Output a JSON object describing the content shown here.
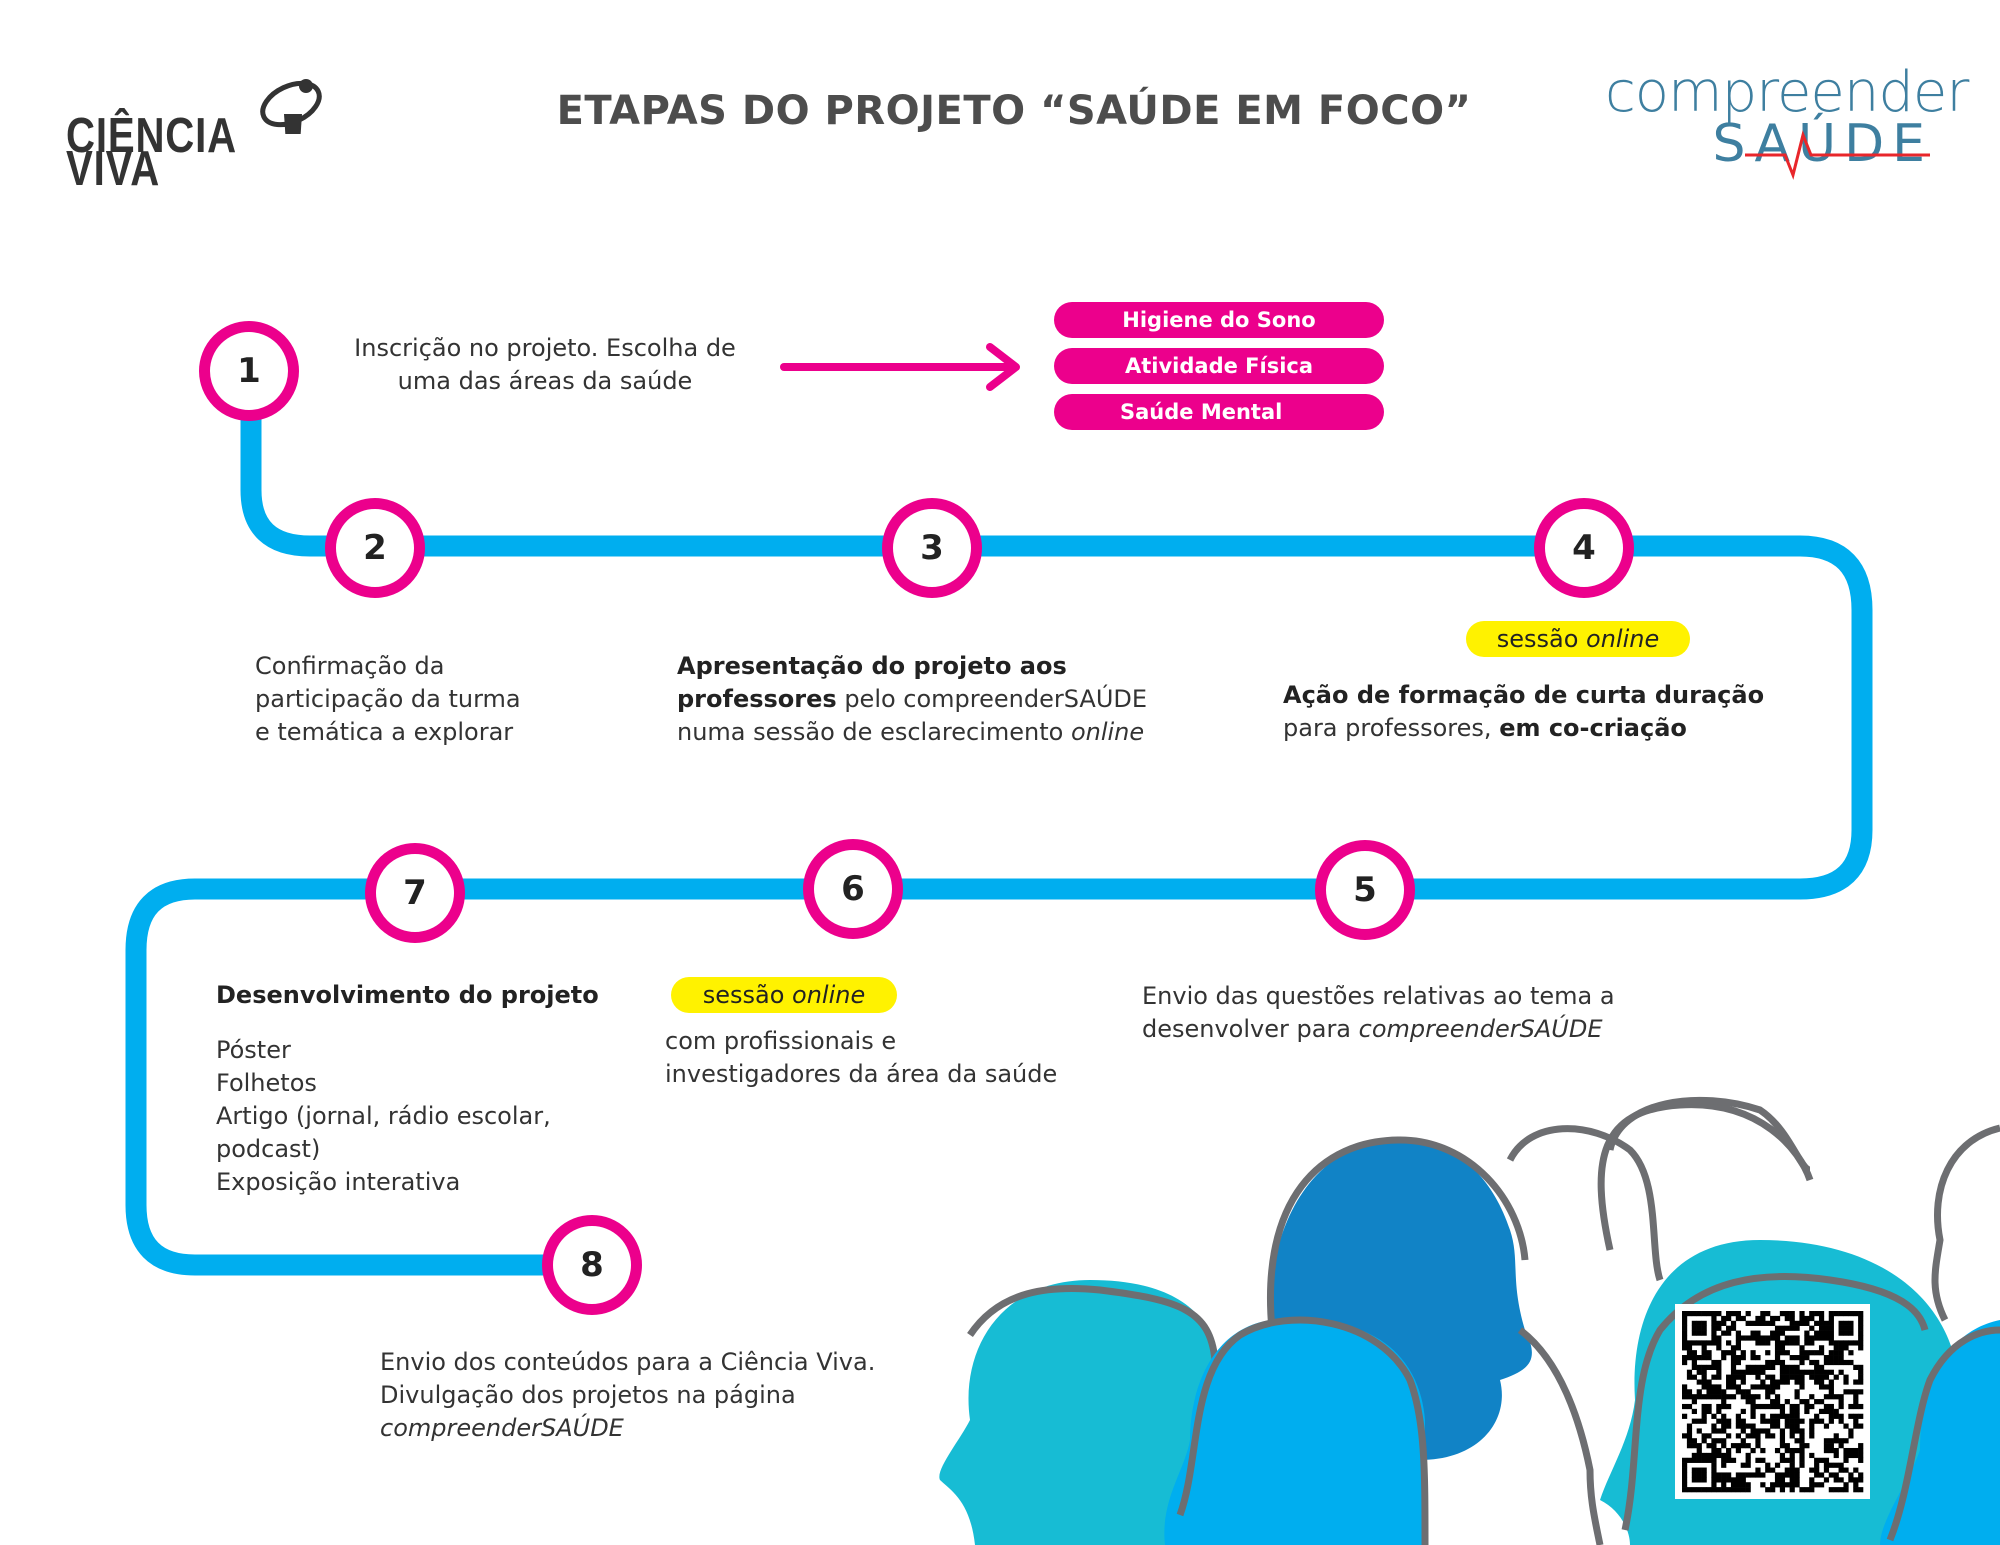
{
  "header": {
    "title": "ETAPAS DO PROJETO “SAÚDE EM FOCO”",
    "logo_left": "CIÊNCIA VIVA",
    "logo_right_top": "compreender",
    "logo_right_bottom": "SAÚDE"
  },
  "colors": {
    "accent": "#ec008c",
    "path": "#00aeef",
    "highlight": "#fff200",
    "heads": [
      "#17bcd4",
      "#00aeef",
      "#1183c6"
    ],
    "outline": "#6d6e71"
  },
  "steps": [
    {
      "number": "1",
      "lines": [
        "Inscrição no projeto. Escolha de",
        "uma das áreas da saúde"
      ]
    },
    {
      "number": "2",
      "lines": [
        "Confirmação da",
        "participação da turma",
        "e temática a explorar"
      ]
    },
    {
      "number": "3",
      "bold1": "Apresentação do projeto aos",
      "bold2": "professores",
      "rest2": " pelo compreenderSAÚDE",
      "rest3": "numa sessão de esclarecimento ",
      "italic3": "online"
    },
    {
      "number": "4",
      "badge_pre": "sessão ",
      "badge_it": "online",
      "bold1": "Ação de formação de curta duração",
      "rest2": "para professores, ",
      "bold2": "em co-criação"
    },
    {
      "number": "5",
      "line1": "Envio das questões relativas ao tema a",
      "rest2": "desenvolver para ",
      "italic2": "compreenderSAÚDE"
    },
    {
      "number": "6",
      "badge_pre": "sessão ",
      "badge_it": "online",
      "lines": [
        "com profissionais e",
        "investigadores da área da saúde"
      ]
    },
    {
      "number": "7",
      "heading": "Desenvolvimento do projeto",
      "items": [
        "Póster",
        "Folhetos",
        "Artigo (jornal, rádio escolar,",
        "podcast)",
        "Exposição interativa"
      ]
    },
    {
      "number": "8",
      "lines": [
        "Envio dos conteúdos para a Ciência Viva.",
        "Divulgação dos projetos na página"
      ],
      "italic3": "compreenderSAÚDE"
    }
  ],
  "health_areas": [
    "Higiene do Sono",
    "Atividade Física",
    "Saúde Mental"
  ]
}
